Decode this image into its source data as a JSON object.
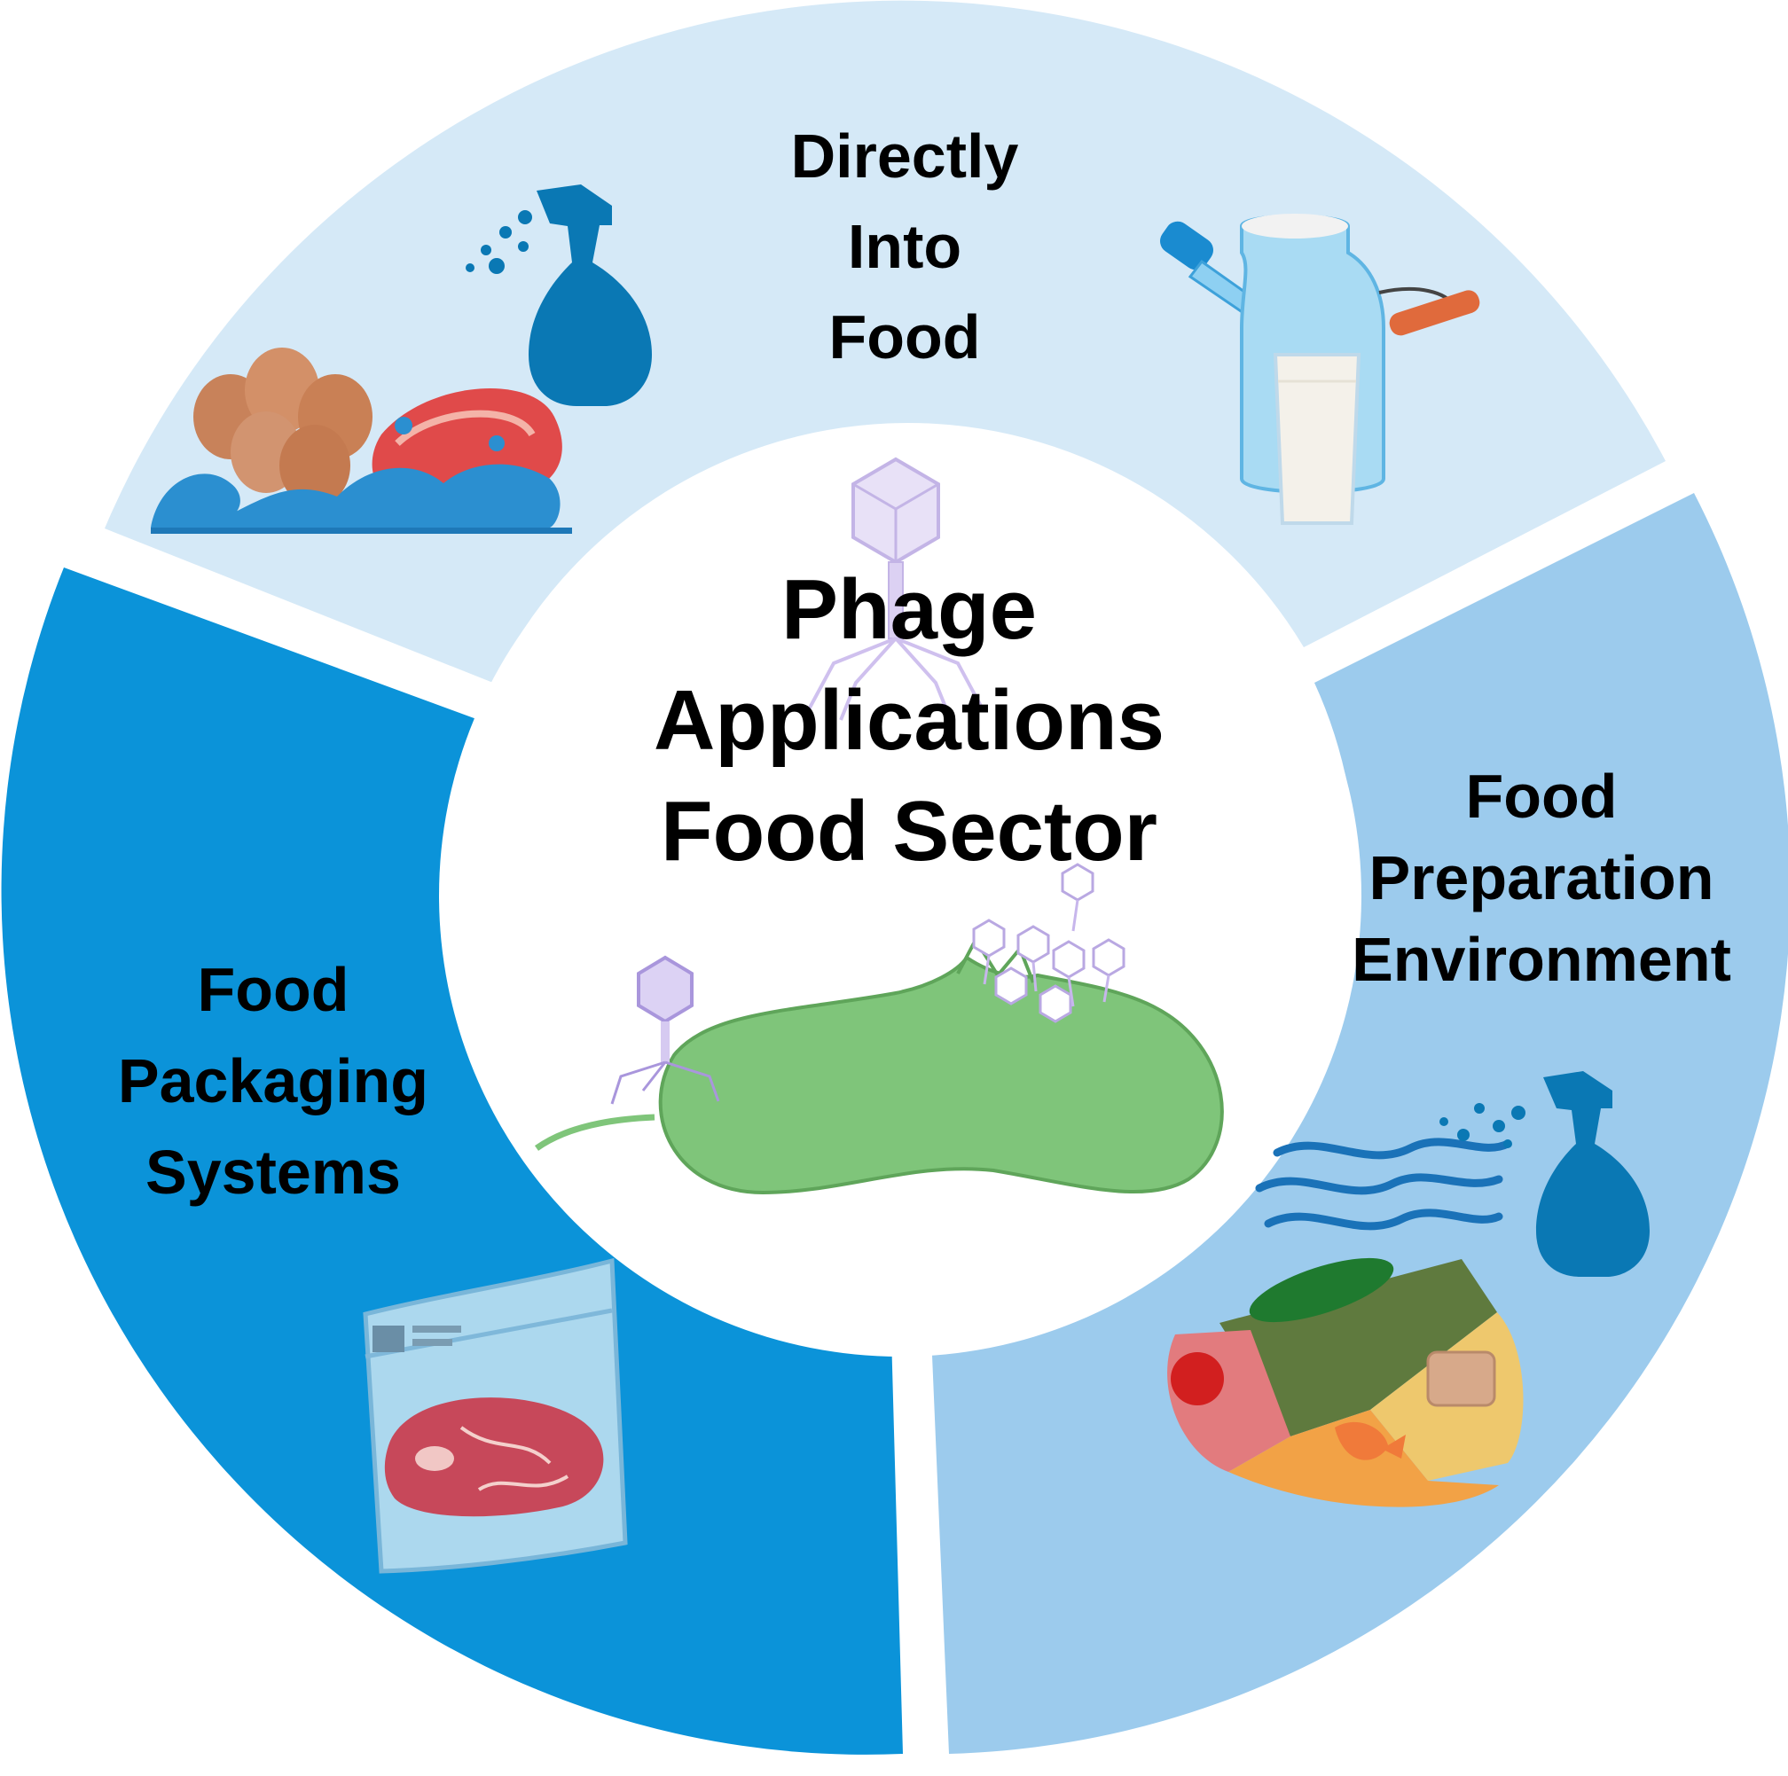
{
  "center": {
    "lines": [
      "Phage",
      "Applications",
      "Food Sector"
    ],
    "icons": [
      "bacteriophage-icon",
      "bacterium-icon"
    ]
  },
  "segments": [
    {
      "id": "directly-into-food",
      "lines": [
        "Directly",
        "Into",
        "Food"
      ],
      "color": "#d5e9f7",
      "icons": [
        "spray-bottle-icon",
        "eggs-and-meat-icon",
        "dropper-icon",
        "milk-can-icon",
        "milk-glass-icon"
      ]
    },
    {
      "id": "food-preparation-environment",
      "lines": [
        "Food",
        "Preparation",
        "Environment"
      ],
      "color": "#9ccbed",
      "icons": [
        "spray-bottle-icon",
        "mist-waves-icon",
        "food-plate-icon"
      ]
    },
    {
      "id": "food-packaging-systems",
      "lines": [
        "Food",
        "Packaging",
        "Systems"
      ],
      "color": "#0b93d9",
      "icons": [
        "vacuum-packed-meat-icon"
      ]
    }
  ],
  "colors": {
    "center_bg": "#ffffff",
    "bacterium": "#7fc57a",
    "phage": "#c8b8ea",
    "icon_blue": "#0a78b4"
  }
}
